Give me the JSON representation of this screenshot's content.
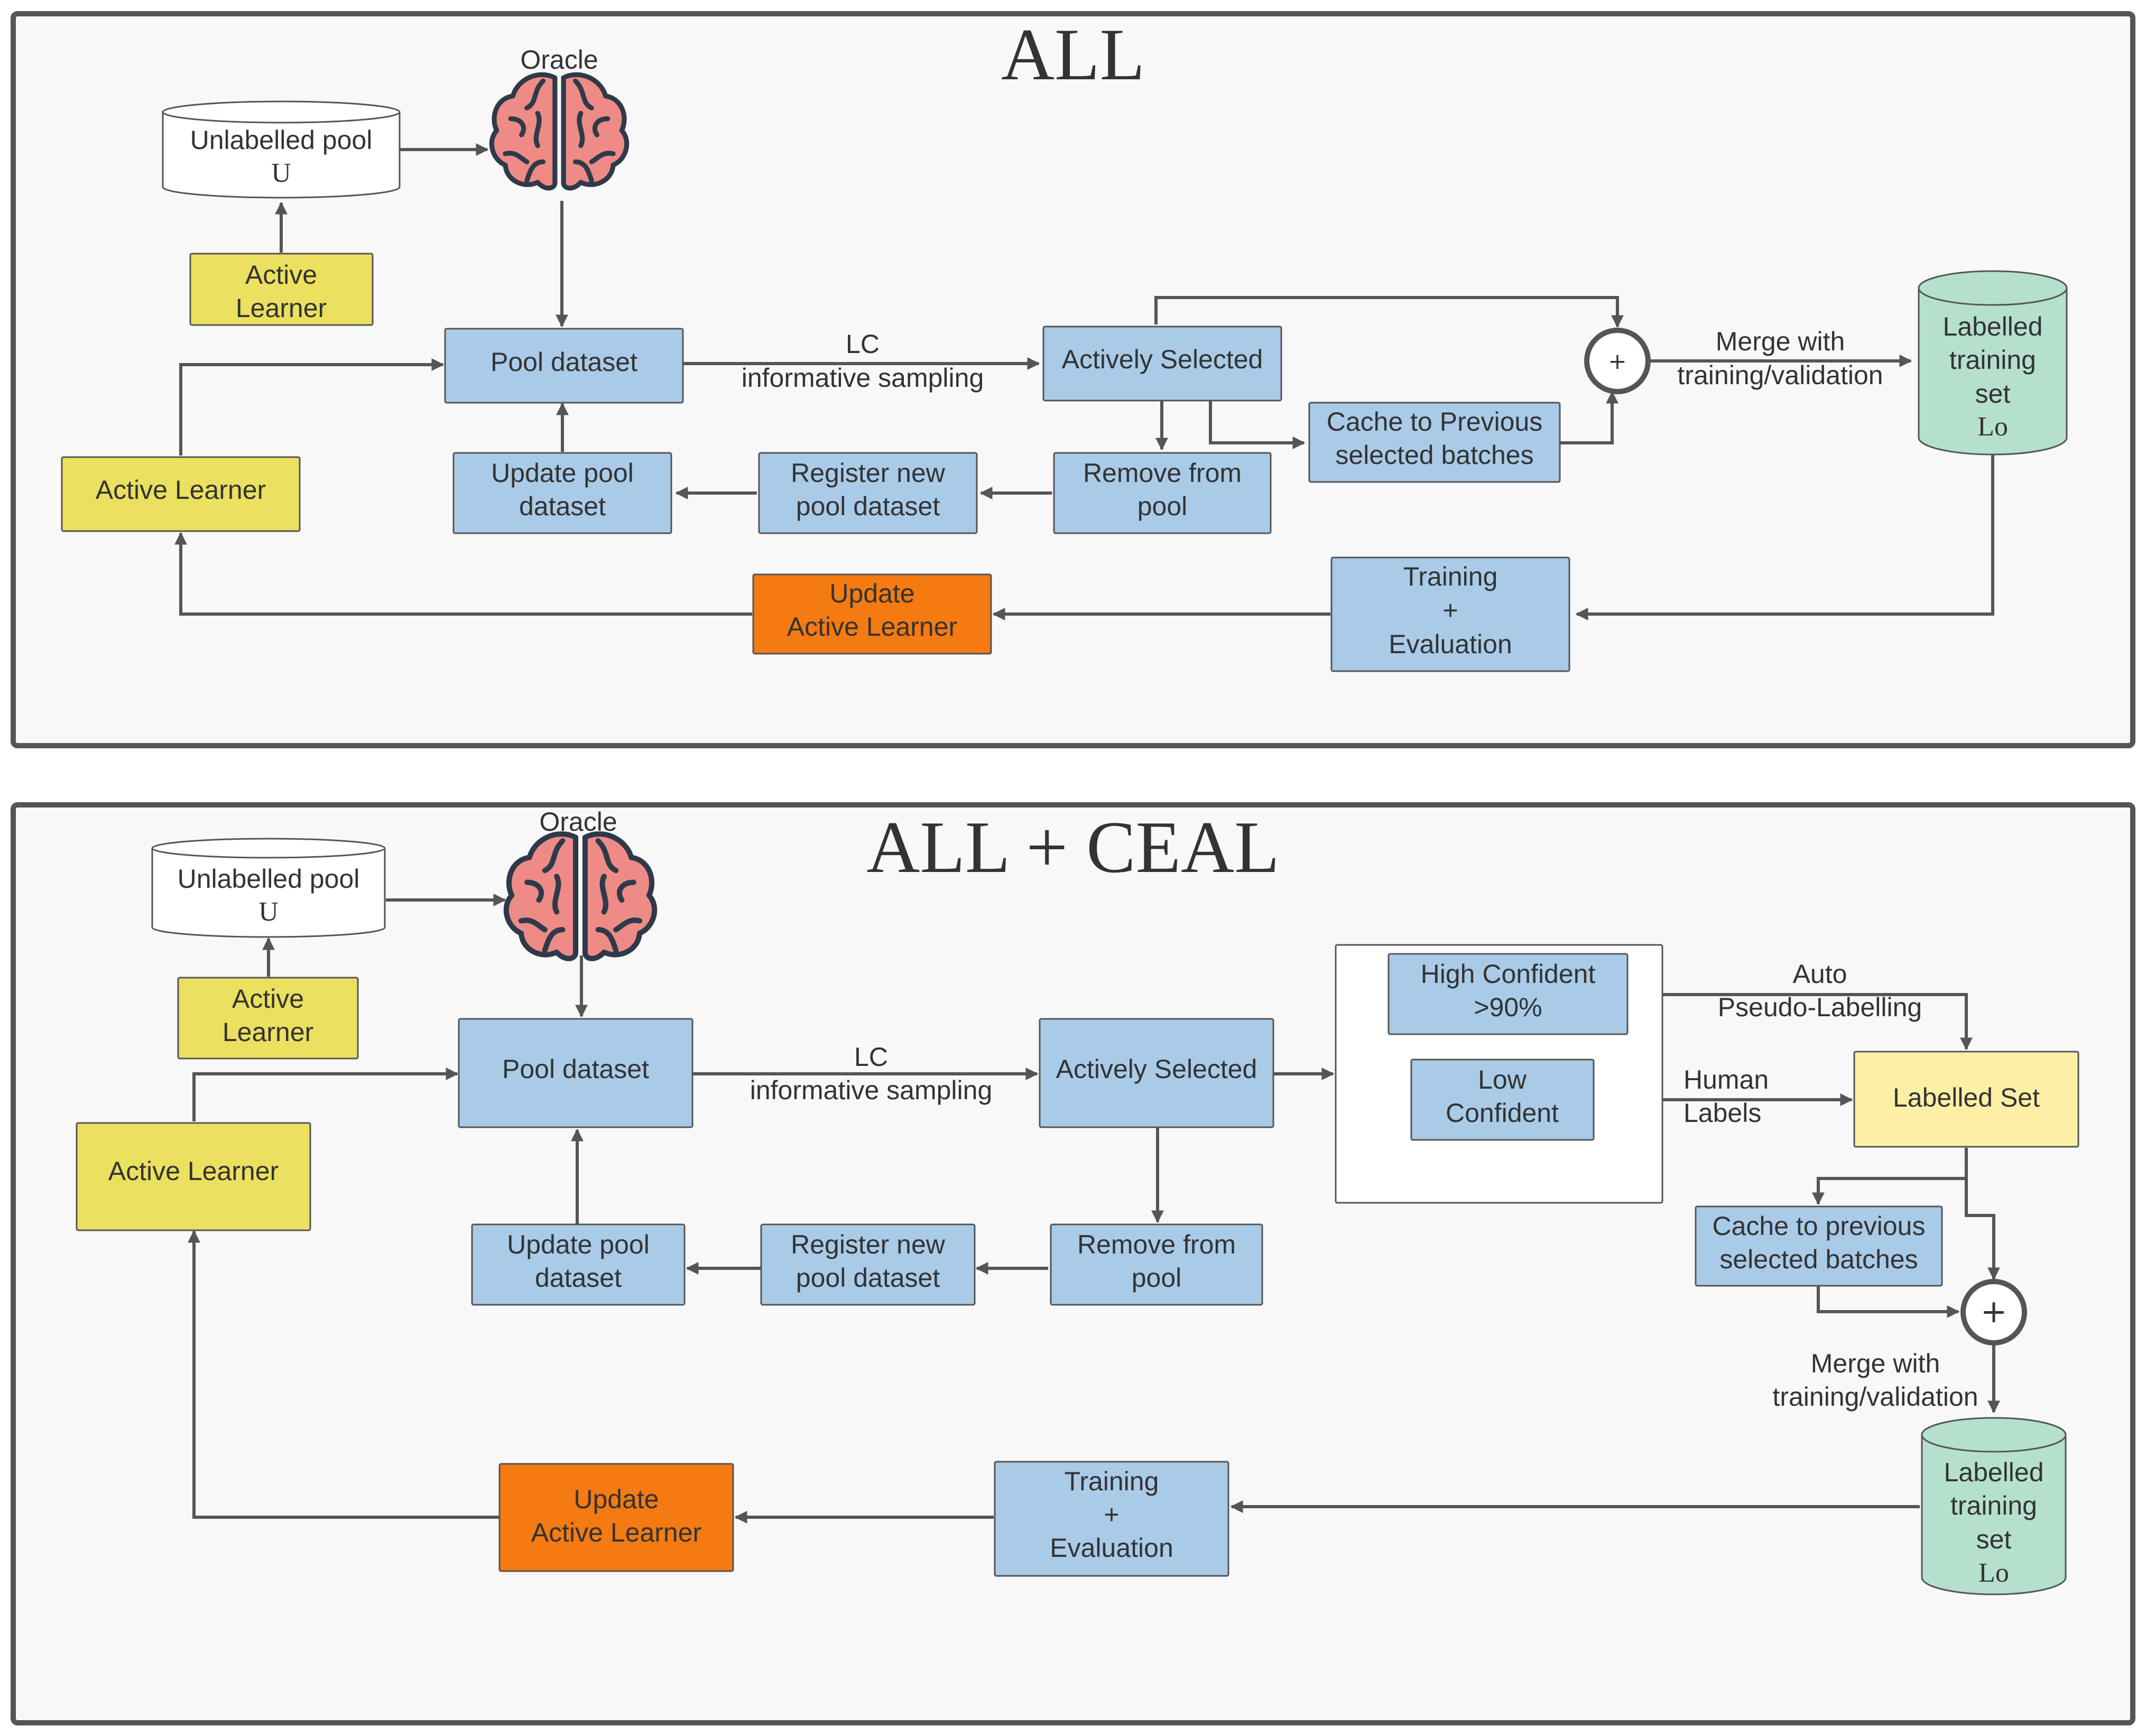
{
  "all": {
    "title": "ALL",
    "oracle": "Oracle",
    "pool_line1": "Unlabelled pool",
    "pool_line2": "U",
    "active_learner_top_1": "Active",
    "active_learner_top_2": "Learner",
    "pool_dataset": "Pool dataset",
    "edge_lc_1": "LC",
    "edge_lc_2": "informative sampling",
    "actively_selected": "Actively Selected",
    "cache_1": "Cache to Previous",
    "cache_2": "selected batches",
    "plus": "+",
    "merge_1": "Merge with",
    "merge_2": "training/validation",
    "labelled_1": "Labelled",
    "labelled_2": "training",
    "labelled_3": "set",
    "labelled_4": "Lo",
    "active_learner": "Active Learner",
    "update_pool_1": "Update pool",
    "update_pool_2": "dataset",
    "register_1": "Register new",
    "register_2": "pool dataset",
    "remove_1": "Remove from",
    "remove_2": "pool",
    "update_al_1": "Update",
    "update_al_2": "Active Learner",
    "training_1": "Training",
    "training_2": "+",
    "training_3": "Evaluation"
  },
  "ceal": {
    "title": "ALL + CEAL",
    "oracle": "Oracle",
    "pool_line1": "Unlabelled pool",
    "pool_line2": "U",
    "active_learner_top_1": "Active",
    "active_learner_top_2": "Learner",
    "pool_dataset": "Pool dataset",
    "edge_lc_1": "LC",
    "edge_lc_2": "informative sampling",
    "actively_selected": "Actively Selected",
    "high_1": "High Confident",
    "high_2": ">90%",
    "low_1": "Low",
    "low_2": "Confident",
    "auto_1": "Auto",
    "auto_2": "Pseudo-Labelling",
    "human_1": "Human",
    "human_2": "Labels",
    "labelled_set": "Labelled Set",
    "cache_1": "Cache to previous",
    "cache_2": "selected batches",
    "plus": "+",
    "merge_1": "Merge with",
    "merge_2": "training/validation",
    "labelled_1": "Labelled",
    "labelled_2": "training",
    "labelled_3": "set",
    "labelled_4": "Lo",
    "active_learner": "Active Learner",
    "update_pool_1": "Update pool",
    "update_pool_2": "dataset",
    "register_1": "Register new",
    "register_2": "pool dataset",
    "remove_1": "Remove from",
    "remove_2": "pool",
    "update_al_1": "Update",
    "update_al_2": "Active Learner",
    "training_1": "Training",
    "training_2": "+",
    "training_3": "Evaluation"
  },
  "colors": {
    "process": "#a9cbe8",
    "learner": "#ebe05f",
    "update": "#f47a11",
    "labelled_set": "#fdf0a6",
    "labelled_store": "#b5e0cd",
    "brain": "#ee8b86",
    "outline": "#555555"
  },
  "icons": {
    "oracle": "brain-icon"
  }
}
